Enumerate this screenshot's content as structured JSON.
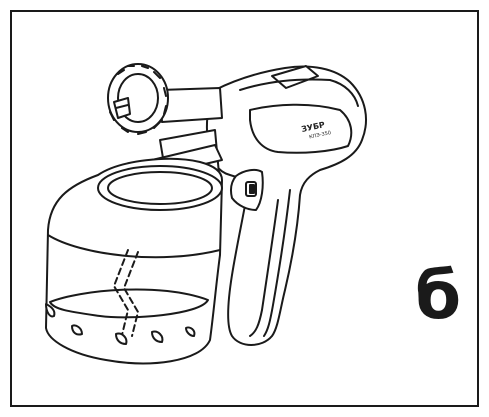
{
  "figure": {
    "label": "б",
    "device": "paint-sprayer",
    "brand": "ЗУБР",
    "model": "КПЭ-350"
  },
  "colors": {
    "line": "#1a1a1a",
    "body_fill": "#ffffff",
    "handle_fill": "#f5f5f5"
  }
}
